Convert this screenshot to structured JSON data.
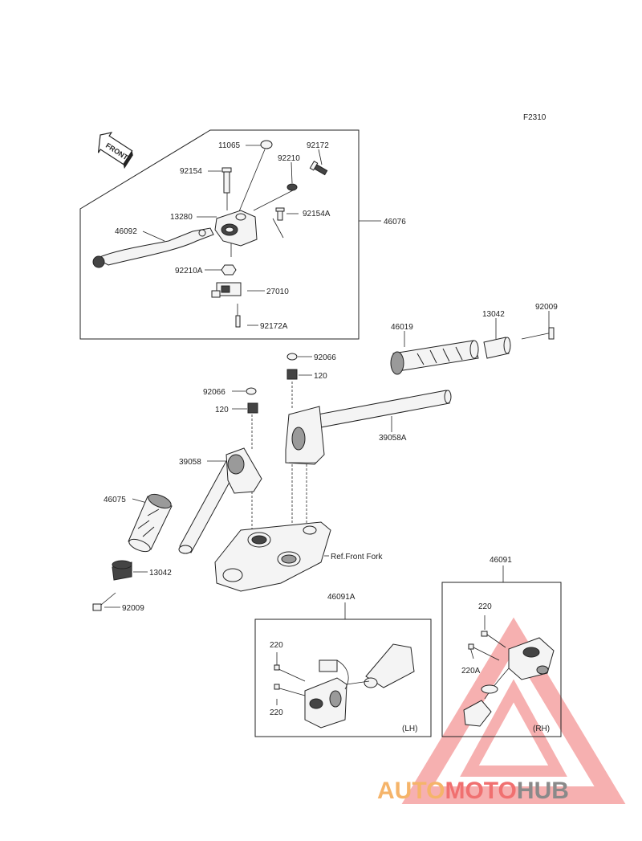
{
  "figure_code": "F2310",
  "front_arrow_label": "FRONT",
  "labels": {
    "l11065": "11065",
    "l92172": "92172",
    "l92210": "92210",
    "l92154": "92154",
    "l13280": "13280",
    "l92154A": "92154A",
    "l46076": "46076",
    "l46092": "46092",
    "l92210A": "92210A",
    "l27010": "27010",
    "l92172A": "92172A",
    "l46019": "46019",
    "l13042_top": "13042",
    "l92009_top": "92009",
    "l92066_a": "92066",
    "l120_a": "120",
    "l92066_b": "92066",
    "l120_b": "120",
    "l39058A": "39058A",
    "l39058": "39058",
    "l46075": "46075",
    "l13042_bottom": "13042",
    "l92009_bottom": "92009",
    "l_ref_fork": "Ref.Front Fork",
    "l46091": "46091",
    "l46091A": "46091A",
    "l220_lh_top": "220",
    "l220_lh_bottom": "220",
    "l220_rh": "220",
    "l220A": "220A",
    "l_lh": "(LH)",
    "l_rh": "(RH)"
  },
  "watermark": {
    "part1": "AUTO",
    "part2": "MOTO",
    "part3": "HUB",
    "color_orange": "#f5b46a",
    "color_red": "#f07070",
    "color_grey": "#8a8a8a"
  }
}
